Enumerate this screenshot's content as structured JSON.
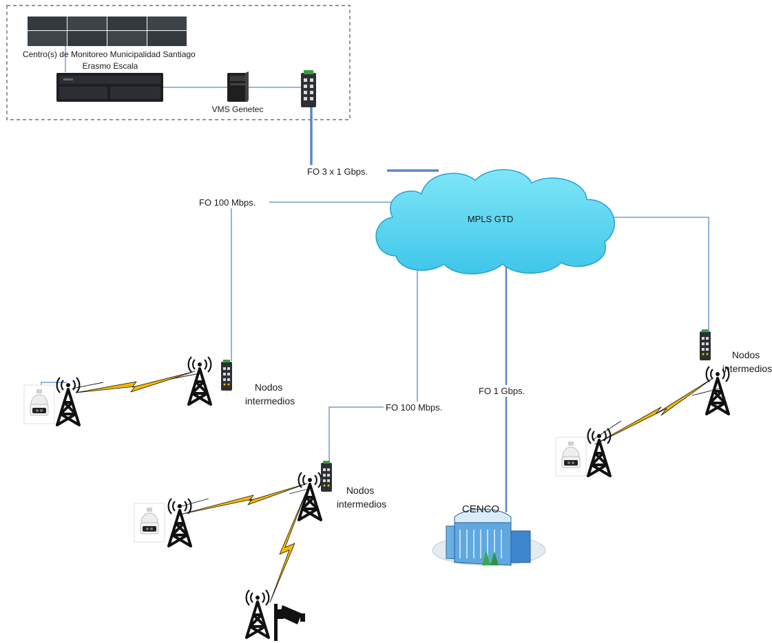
{
  "diagram": {
    "control_center": {
      "monitoring_label": "Centro(s) de Monitoreo Municipalidad Santiago Erasmo Escala",
      "vms_label": "VMS Genetec"
    },
    "cloud": {
      "label": "MPLS GTD"
    },
    "links": {
      "uplink": "FO 3 x 1 Gbps.",
      "left_branch": "FO 100 Mbps.",
      "center_branch": "FO 100 Mbps.",
      "cenco_branch": "FO 1 Gbps."
    },
    "nodes": {
      "left": "Nodos intermedios",
      "center": "Nodos intermedios",
      "right": "Nodos intermedios"
    },
    "hq": {
      "label": "CENCO"
    },
    "colors": {
      "link_blue": "#5b87c9",
      "cloud_fill": "#5ed6ee",
      "cloud_stroke": "#2a9fd0",
      "wireless_fill": "#f5b800",
      "tower": "#111111"
    },
    "icons": [
      "video-wall-icon",
      "nvr-icon",
      "server-icon",
      "switch-icon",
      "cloud-icon",
      "tower-icon",
      "ptz-camera-icon",
      "wireless-link-icon",
      "building-icon",
      "bullet-camera-icon"
    ]
  }
}
